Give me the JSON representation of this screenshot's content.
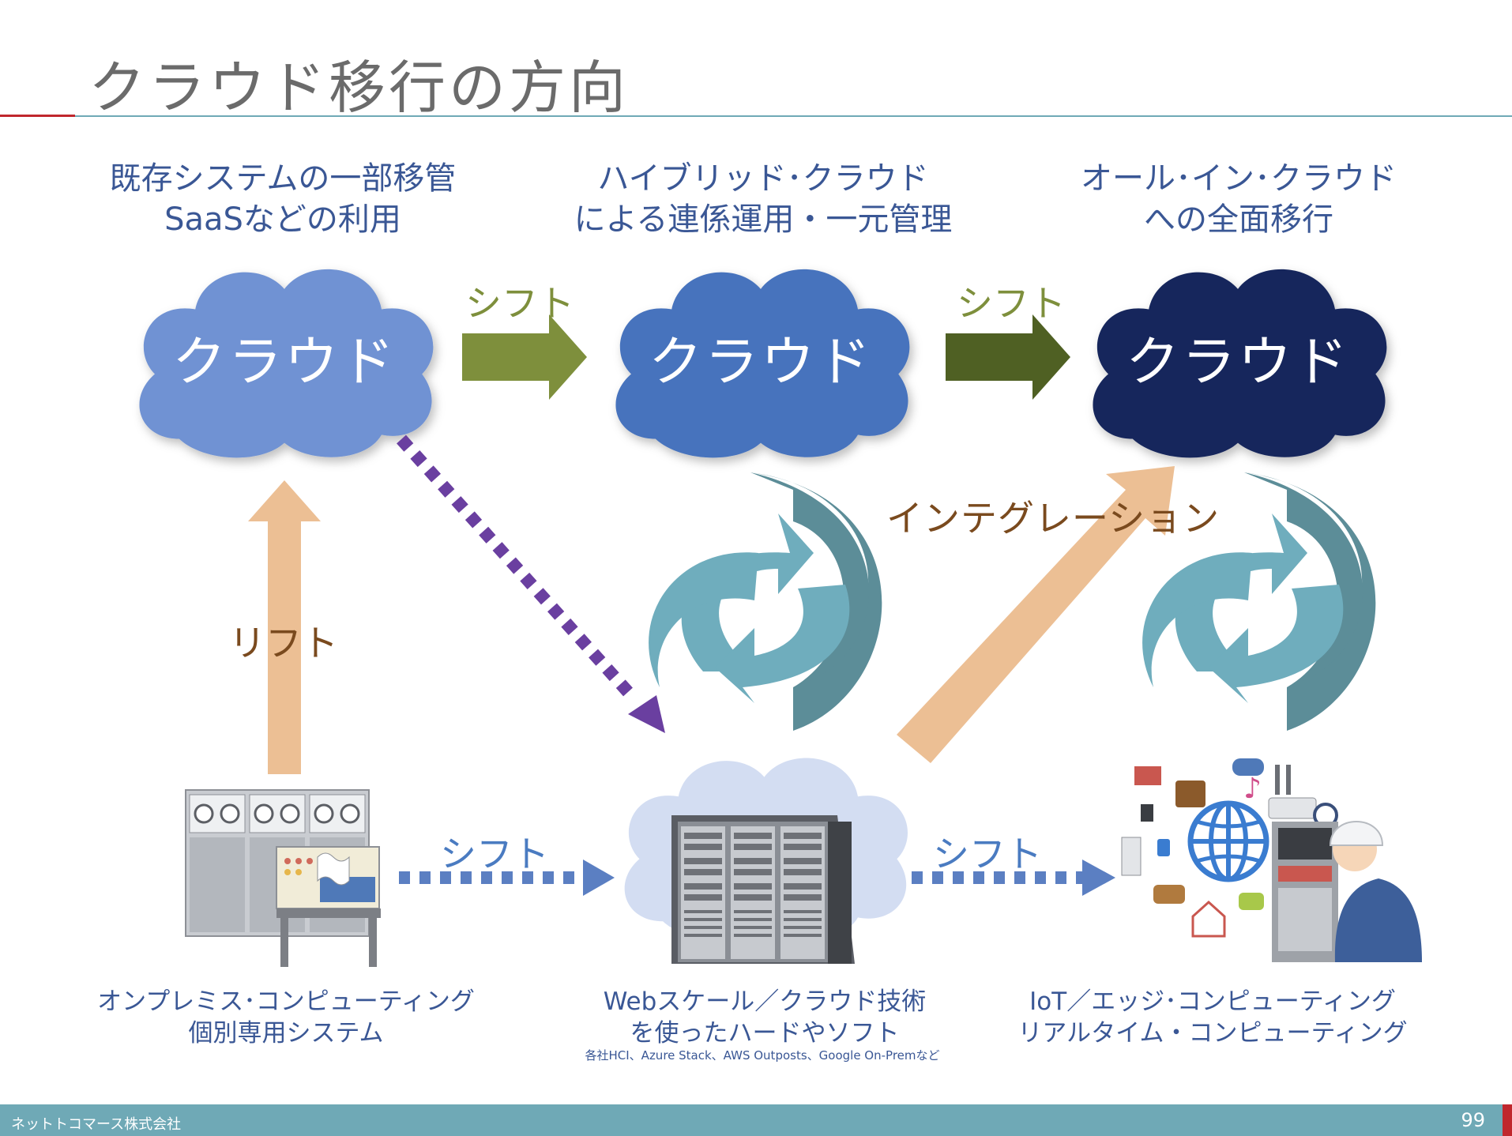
{
  "title": "クラウド移行の方向",
  "headings": [
    {
      "line1": "既存システムの一部移管",
      "line2": "SaaSなどの利用"
    },
    {
      "line1": "ハイブリッド･クラウド",
      "line2": "による連係運用・一元管理"
    },
    {
      "line1": "オール･イン･クラウド",
      "line2": "への全面移行"
    }
  ],
  "clouds": [
    {
      "label": "クラウド",
      "color": "#6f92d3"
    },
    {
      "label": "クラウド",
      "color": "#4773bd"
    },
    {
      "label": "クラウド",
      "color": "#15265c"
    }
  ],
  "labels": {
    "shift_top_1": "シフト",
    "shift_top_2": "シフト",
    "shift_bottom_1": "シフト",
    "shift_bottom_2": "シフト",
    "lift": "リフト",
    "integration": "インテグレーション"
  },
  "captions": [
    {
      "line1": "オンプレミス･コンピューティング",
      "line2": "個別専用システム"
    },
    {
      "line1": "Webスケール／クラウド技術",
      "line2": "を使ったハードやソフト",
      "note": "各社HCI、Azure Stack、AWS Outposts、Google On-Premなど"
    },
    {
      "line1": "IoT／エッジ･コンピューティング",
      "line2": "リアルタイム・コンピューティング"
    }
  ],
  "footer": {
    "company": "ネットトコマース株式会社",
    "page": "99"
  },
  "colors": {
    "accent_red": "#c0272d",
    "footer_teal": "#6fa9b6",
    "arrow_green_light": "#7e8f3c",
    "arrow_green_dark": "#4f6023",
    "arrow_peach": "#ecbf94",
    "arrow_purple": "#6a3fa0",
    "arrow_blue_dotted": "#5b7fc2",
    "cycle_teal_dark": "#5c8d98",
    "cycle_teal_light": "#6fadbd"
  }
}
